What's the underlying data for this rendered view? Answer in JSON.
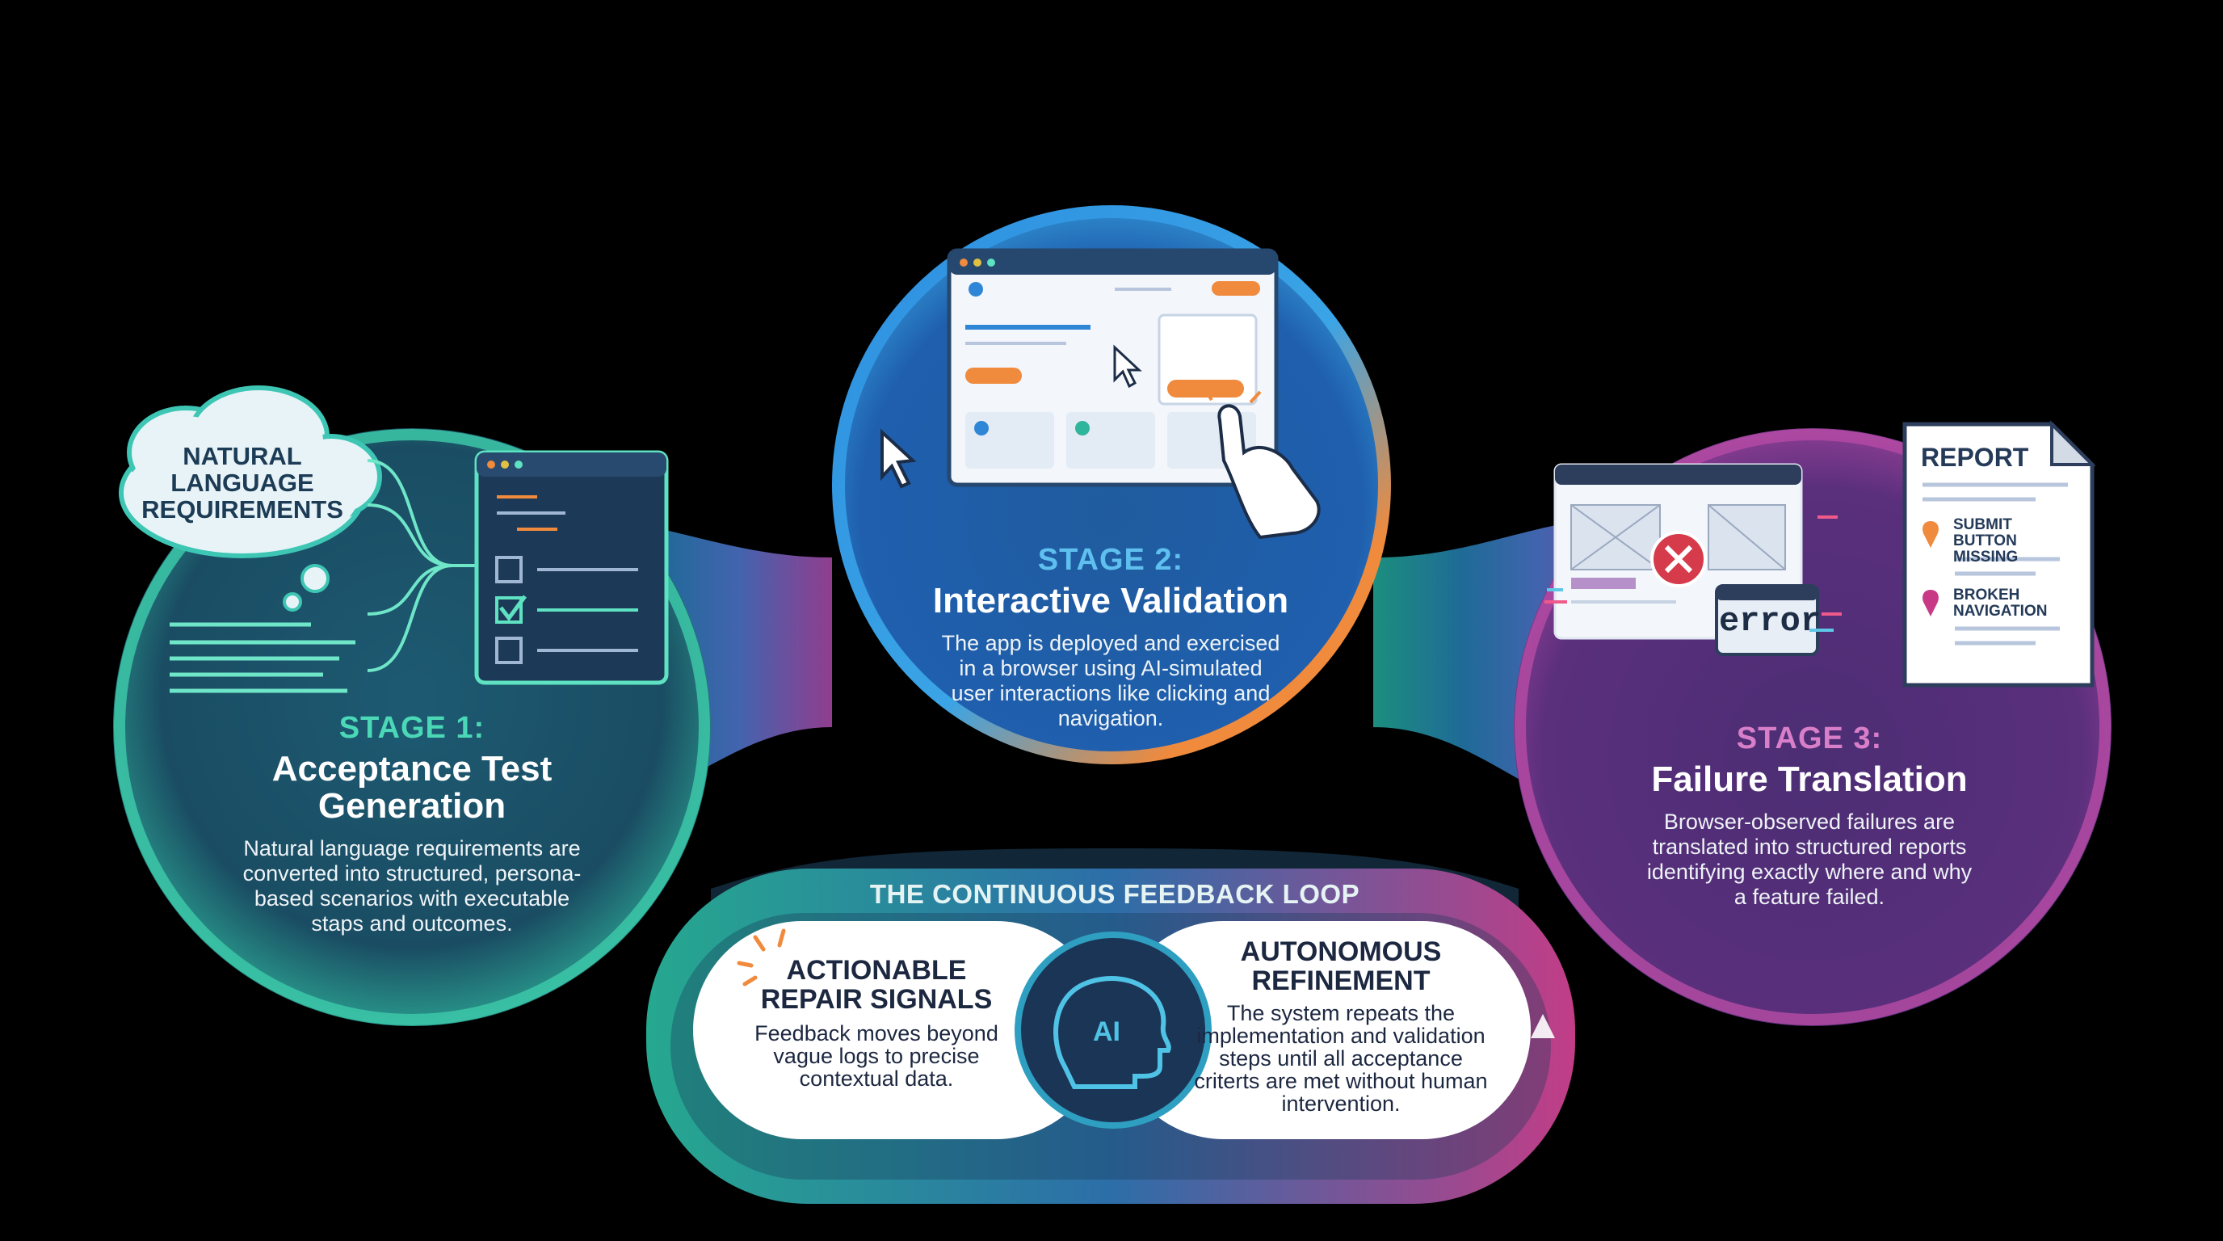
{
  "stages": [
    {
      "label": "STAGE 1:",
      "title": "Acceptance Test Generation",
      "description": "Natural language requirements are converted into structured, persona-based scenarios with executable staps and outcomes."
    },
    {
      "label": "STAGE 2:",
      "title": "Interactive Validation",
      "description": "The app is deployed and exercised in a browser using AI-simulated user interactions like clicking and navigation."
    },
    {
      "label": "STAGE 3:",
      "title": "Failure Translation",
      "description": "Browser-observed failures are translated into structured reports identifying exactly where and why a feature failed."
    }
  ],
  "cloud": {
    "text": "NATURAL LANGUAGE REQUIREMENTS"
  },
  "report": {
    "title": "REPORT",
    "items": [
      "SUBMIT BUTTON MISSING",
      "BROKEH NAVIGATION"
    ]
  },
  "error_label": "error",
  "loop": {
    "title": "THE CONTINUOUS FEEDBACK LOOP",
    "left": {
      "heading": "ACTIONABLE REPAIR SIGNALS",
      "description": "Feedback moves beyond vague logs to precise contextual data."
    },
    "right": {
      "heading": "AUTONOMOUS REFINEMENT",
      "description": "The system repeats the implementation and validation steps until all acceptance criterts are met without human intervention."
    },
    "center_icon": "ai-head-icon",
    "center_label": "AI"
  },
  "colors": {
    "teal": "#2bb39a",
    "blue": "#2f86d6",
    "purple": "#9b3f9c",
    "orange": "#f08a3c",
    "magenta": "#c93a86",
    "navy": "#1e3556"
  }
}
